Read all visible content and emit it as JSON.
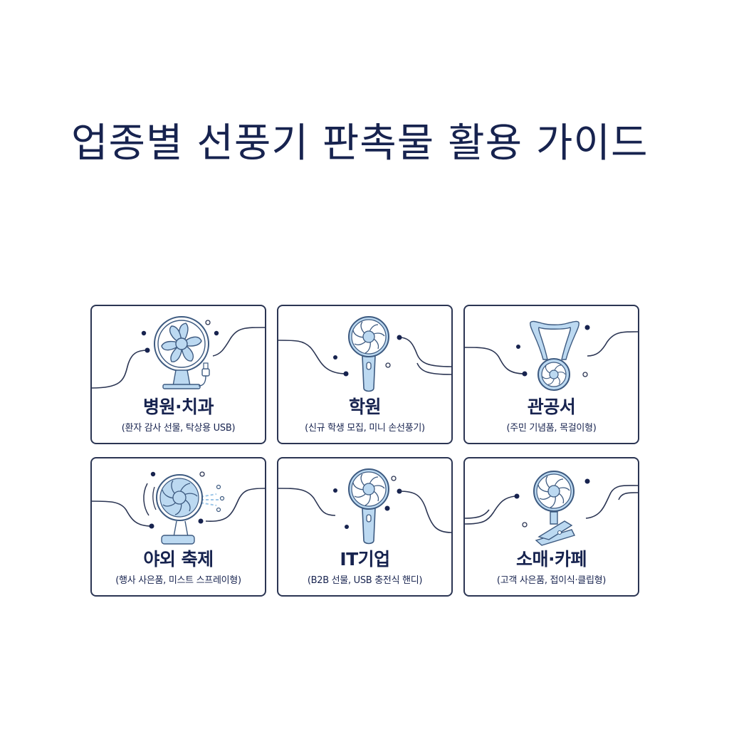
{
  "title": "업종별 선풍기 판촉물 활용 가이드",
  "colors": {
    "navy": "#17234f",
    "border": "#2b3553",
    "fan_fill": "#bcd9f1",
    "fan_stroke": "#3d5a80"
  },
  "cards": [
    {
      "name": "병원·치과",
      "desc": "(환자 감사 선물, 탁상용 USB)",
      "icon": "desk-fan-usb-icon"
    },
    {
      "name": "학원",
      "desc": "(신규 학생 모집, 미니 손선풍기)",
      "icon": "handheld-fan-icon"
    },
    {
      "name": "관공서",
      "desc": "(주민 기념품, 목걸이형)",
      "icon": "neck-fan-icon"
    },
    {
      "name": "야외 축제",
      "desc": "(행사 사은품, 미스트 스프레이형)",
      "icon": "mist-fan-icon"
    },
    {
      "name": "IT기업",
      "desc": "(B2B 선물, USB 충전식 핸디)",
      "icon": "handheld-fan-icon"
    },
    {
      "name": "소매·카페",
      "desc": "(고객 사은품, 접이식·클립형)",
      "icon": "clip-fan-icon"
    }
  ]
}
